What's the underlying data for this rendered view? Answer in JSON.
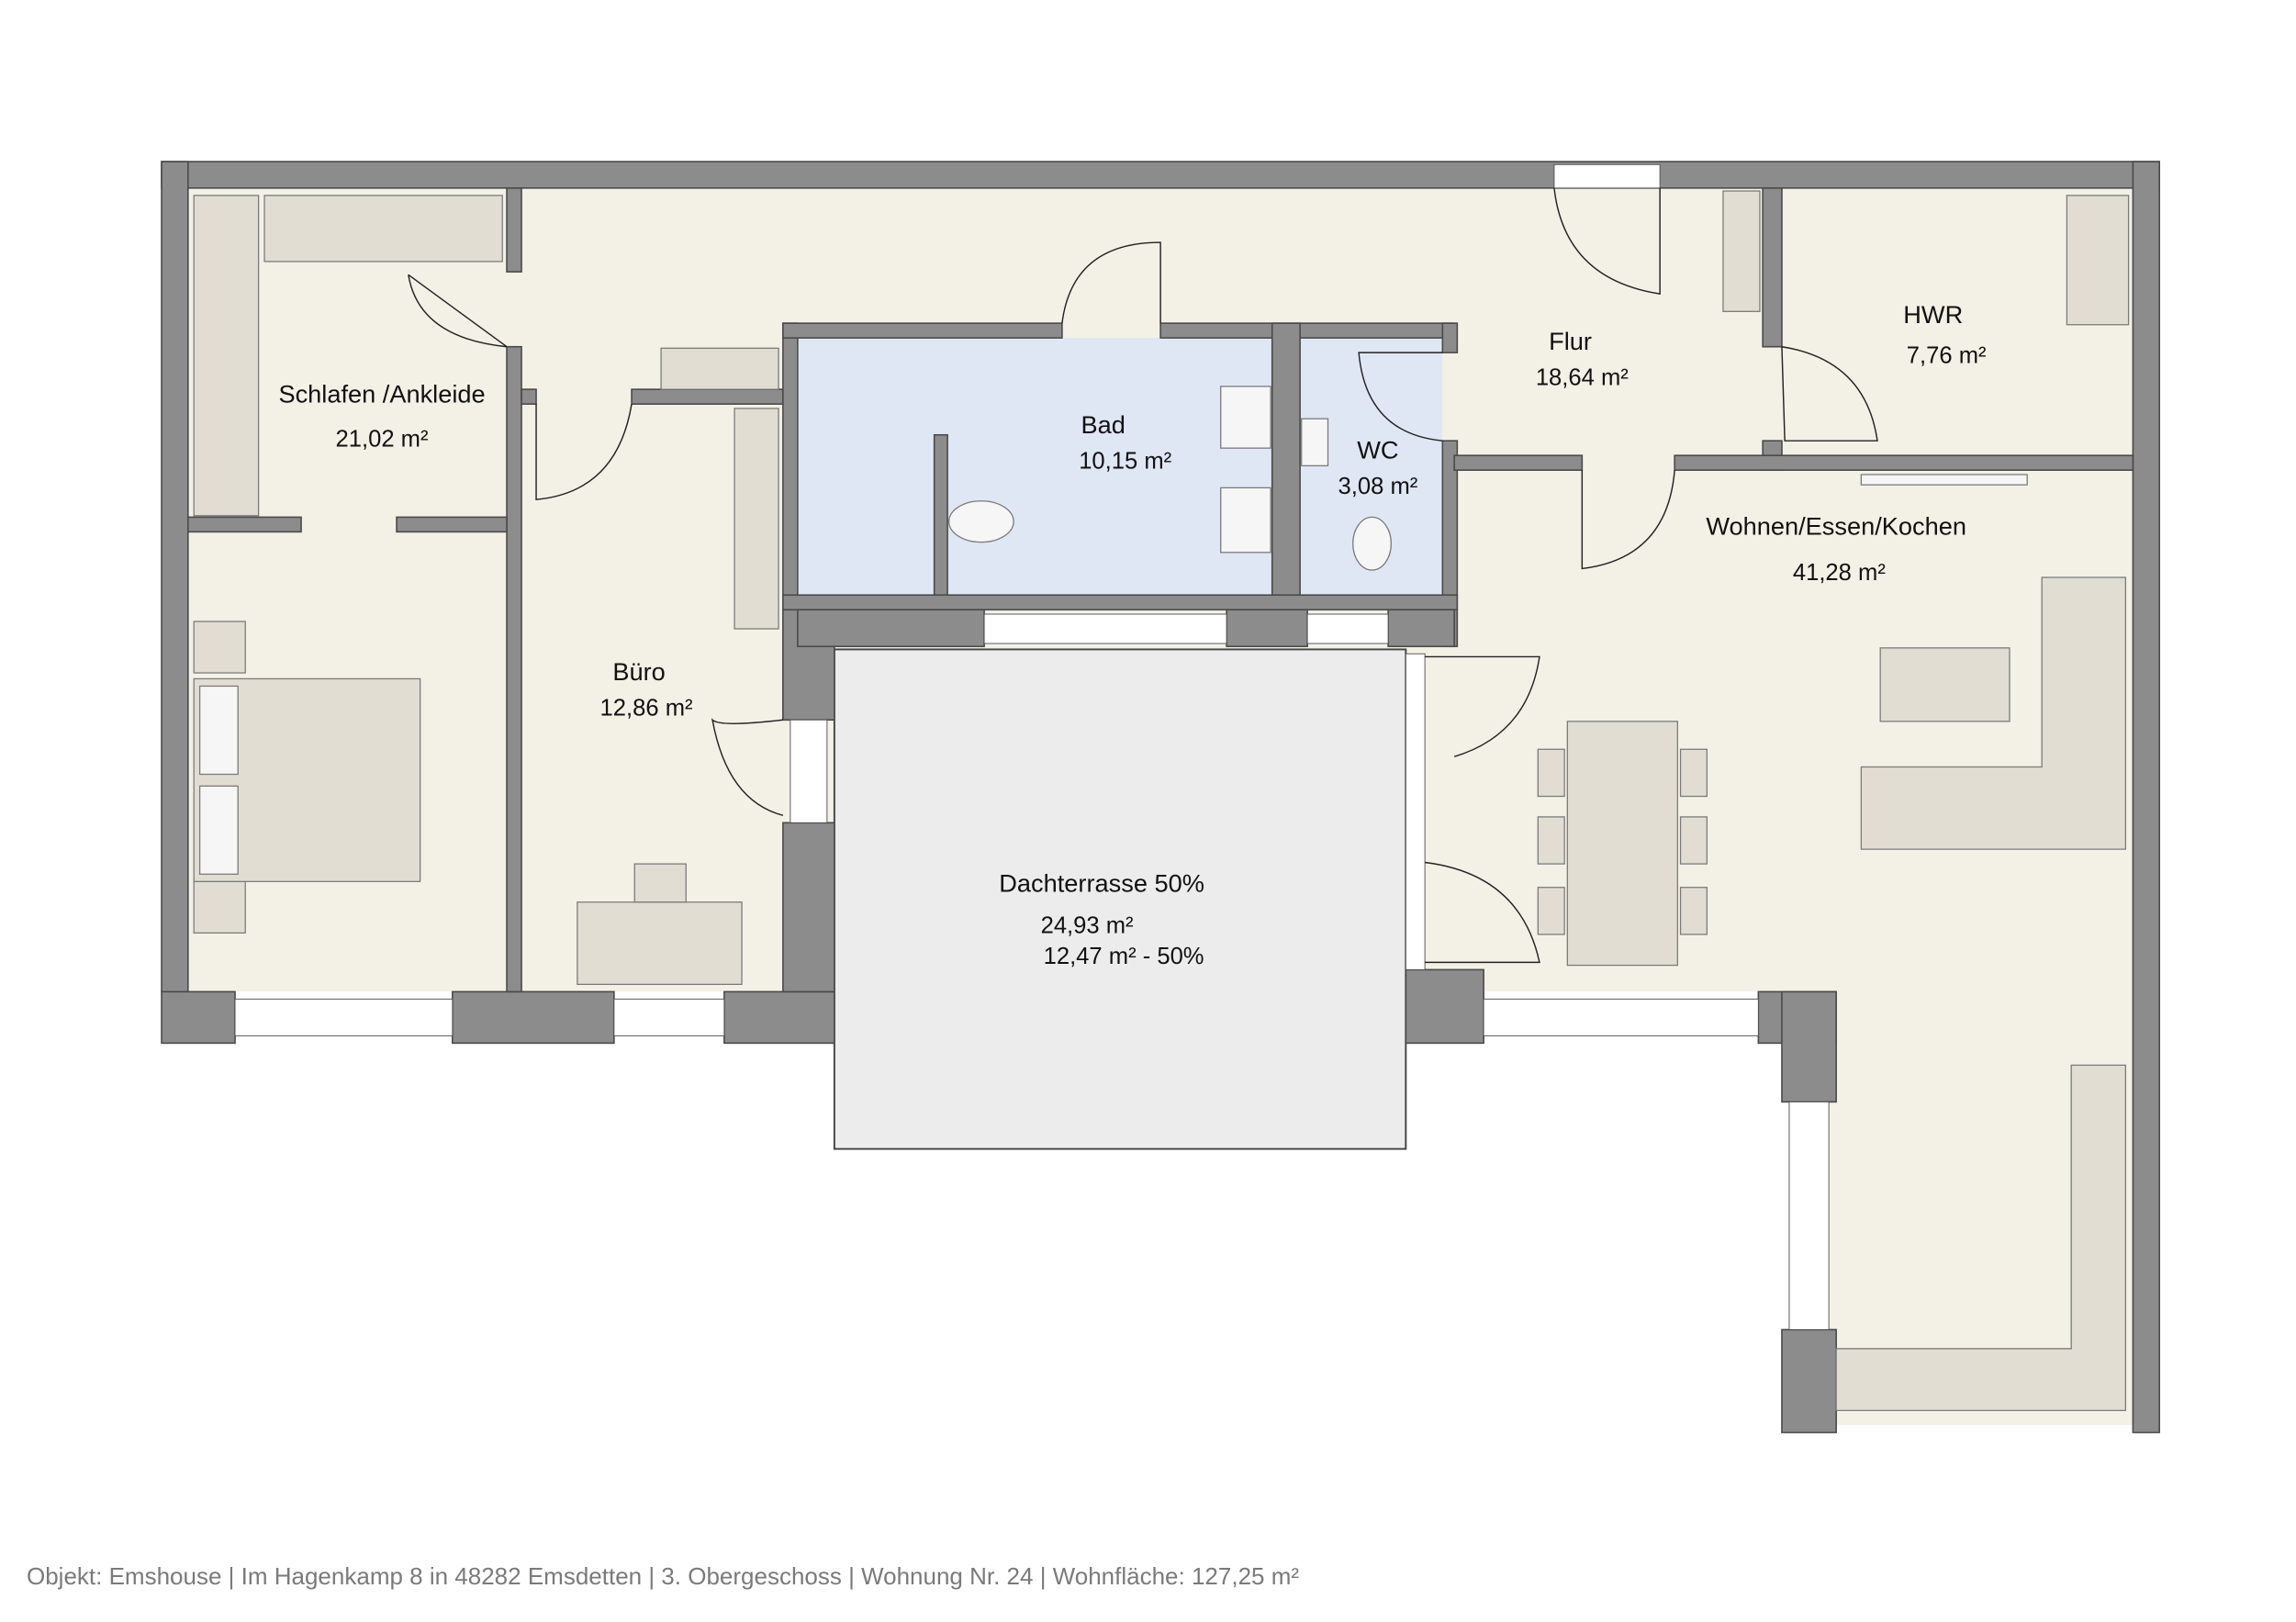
{
  "rooms": {
    "schlafen": {
      "name": "Schlafen /Ankleide",
      "area": "21,02 m²"
    },
    "buero": {
      "name": "Büro",
      "area": "12,86 m²"
    },
    "bad": {
      "name": "Bad",
      "area": "10,15 m²"
    },
    "wc": {
      "name": "WC",
      "area": "3,08 m²"
    },
    "flur": {
      "name": "Flur",
      "area": "18,64 m²"
    },
    "hwr": {
      "name": "HWR",
      "area": "7,76 m²"
    },
    "wohnen": {
      "name": "Wohnen/Essen/Kochen",
      "area": "41,28 m²"
    },
    "terrasse": {
      "name": "Dachterrasse 50%",
      "area": "24,93 m²",
      "area_counted": "12,47 m² - 50%"
    }
  },
  "colors": {
    "floor": "#f3f1e6",
    "bath_tiles": "#dfe7f5",
    "walls": "#8c8c8c",
    "terrace": "#ececec"
  },
  "footer": "Objekt: Emshouse | Im Hagenkamp 8 in 48282 Emsdetten | 3. Obergeschoss | Wohnung Nr. 24 | Wohnfläche: 127,25 m²"
}
